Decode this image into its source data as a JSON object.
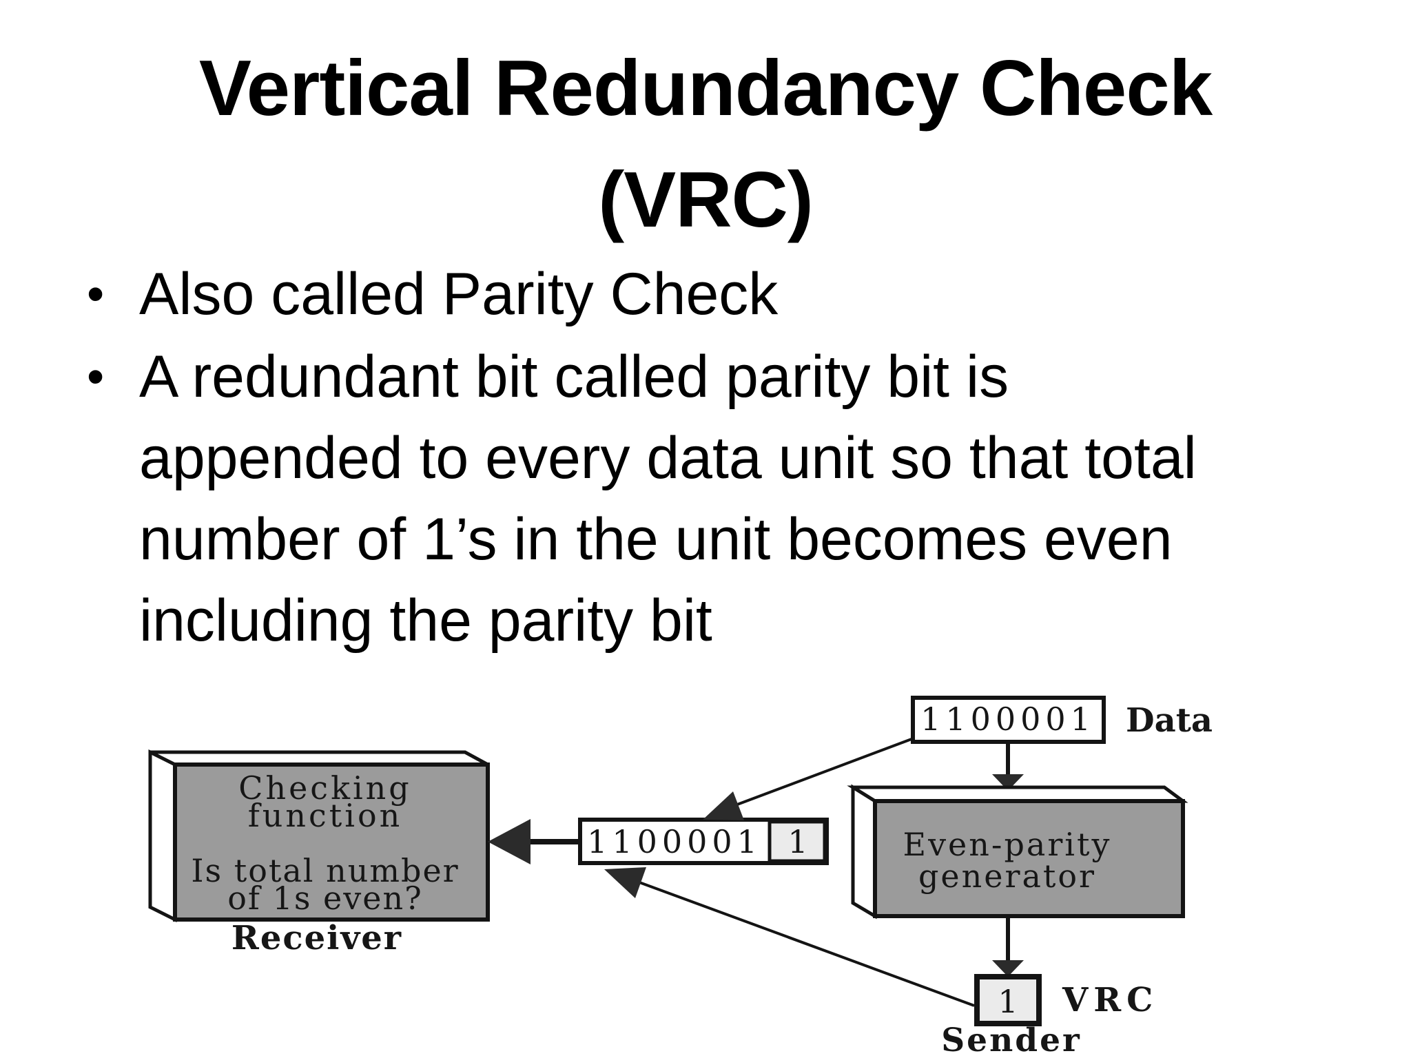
{
  "slide": {
    "title": {
      "line1": "Vertical Redundancy Check",
      "line2": "(VRC)"
    },
    "bullet_glyph": "•",
    "bullets": [
      {
        "lines": [
          "Also called Parity Check"
        ]
      },
      {
        "lines": [
          "A redundant bit called parity bit is",
          "appended to every data unit so that total",
          "number of 1’s in the unit becomes even",
          "including the parity bit"
        ]
      }
    ]
  },
  "diagram": {
    "colors": {
      "box_fill": "#9b9b9b",
      "cell_fill": "#ebebeb",
      "ink": "#141414"
    },
    "data_box": {
      "bits": "1100001",
      "label": "Data"
    },
    "generator": {
      "line1": "Even-parity",
      "line2": "generator"
    },
    "unit": {
      "bits": "1100001",
      "parity": "1"
    },
    "receiver": {
      "line1": "Checking",
      "line2": "function",
      "line3": "Is total number",
      "line4": "of 1s even?",
      "label": "Receiver"
    },
    "vrc": {
      "bit": "1",
      "label": "VRC"
    },
    "sender_label": "Sender"
  }
}
